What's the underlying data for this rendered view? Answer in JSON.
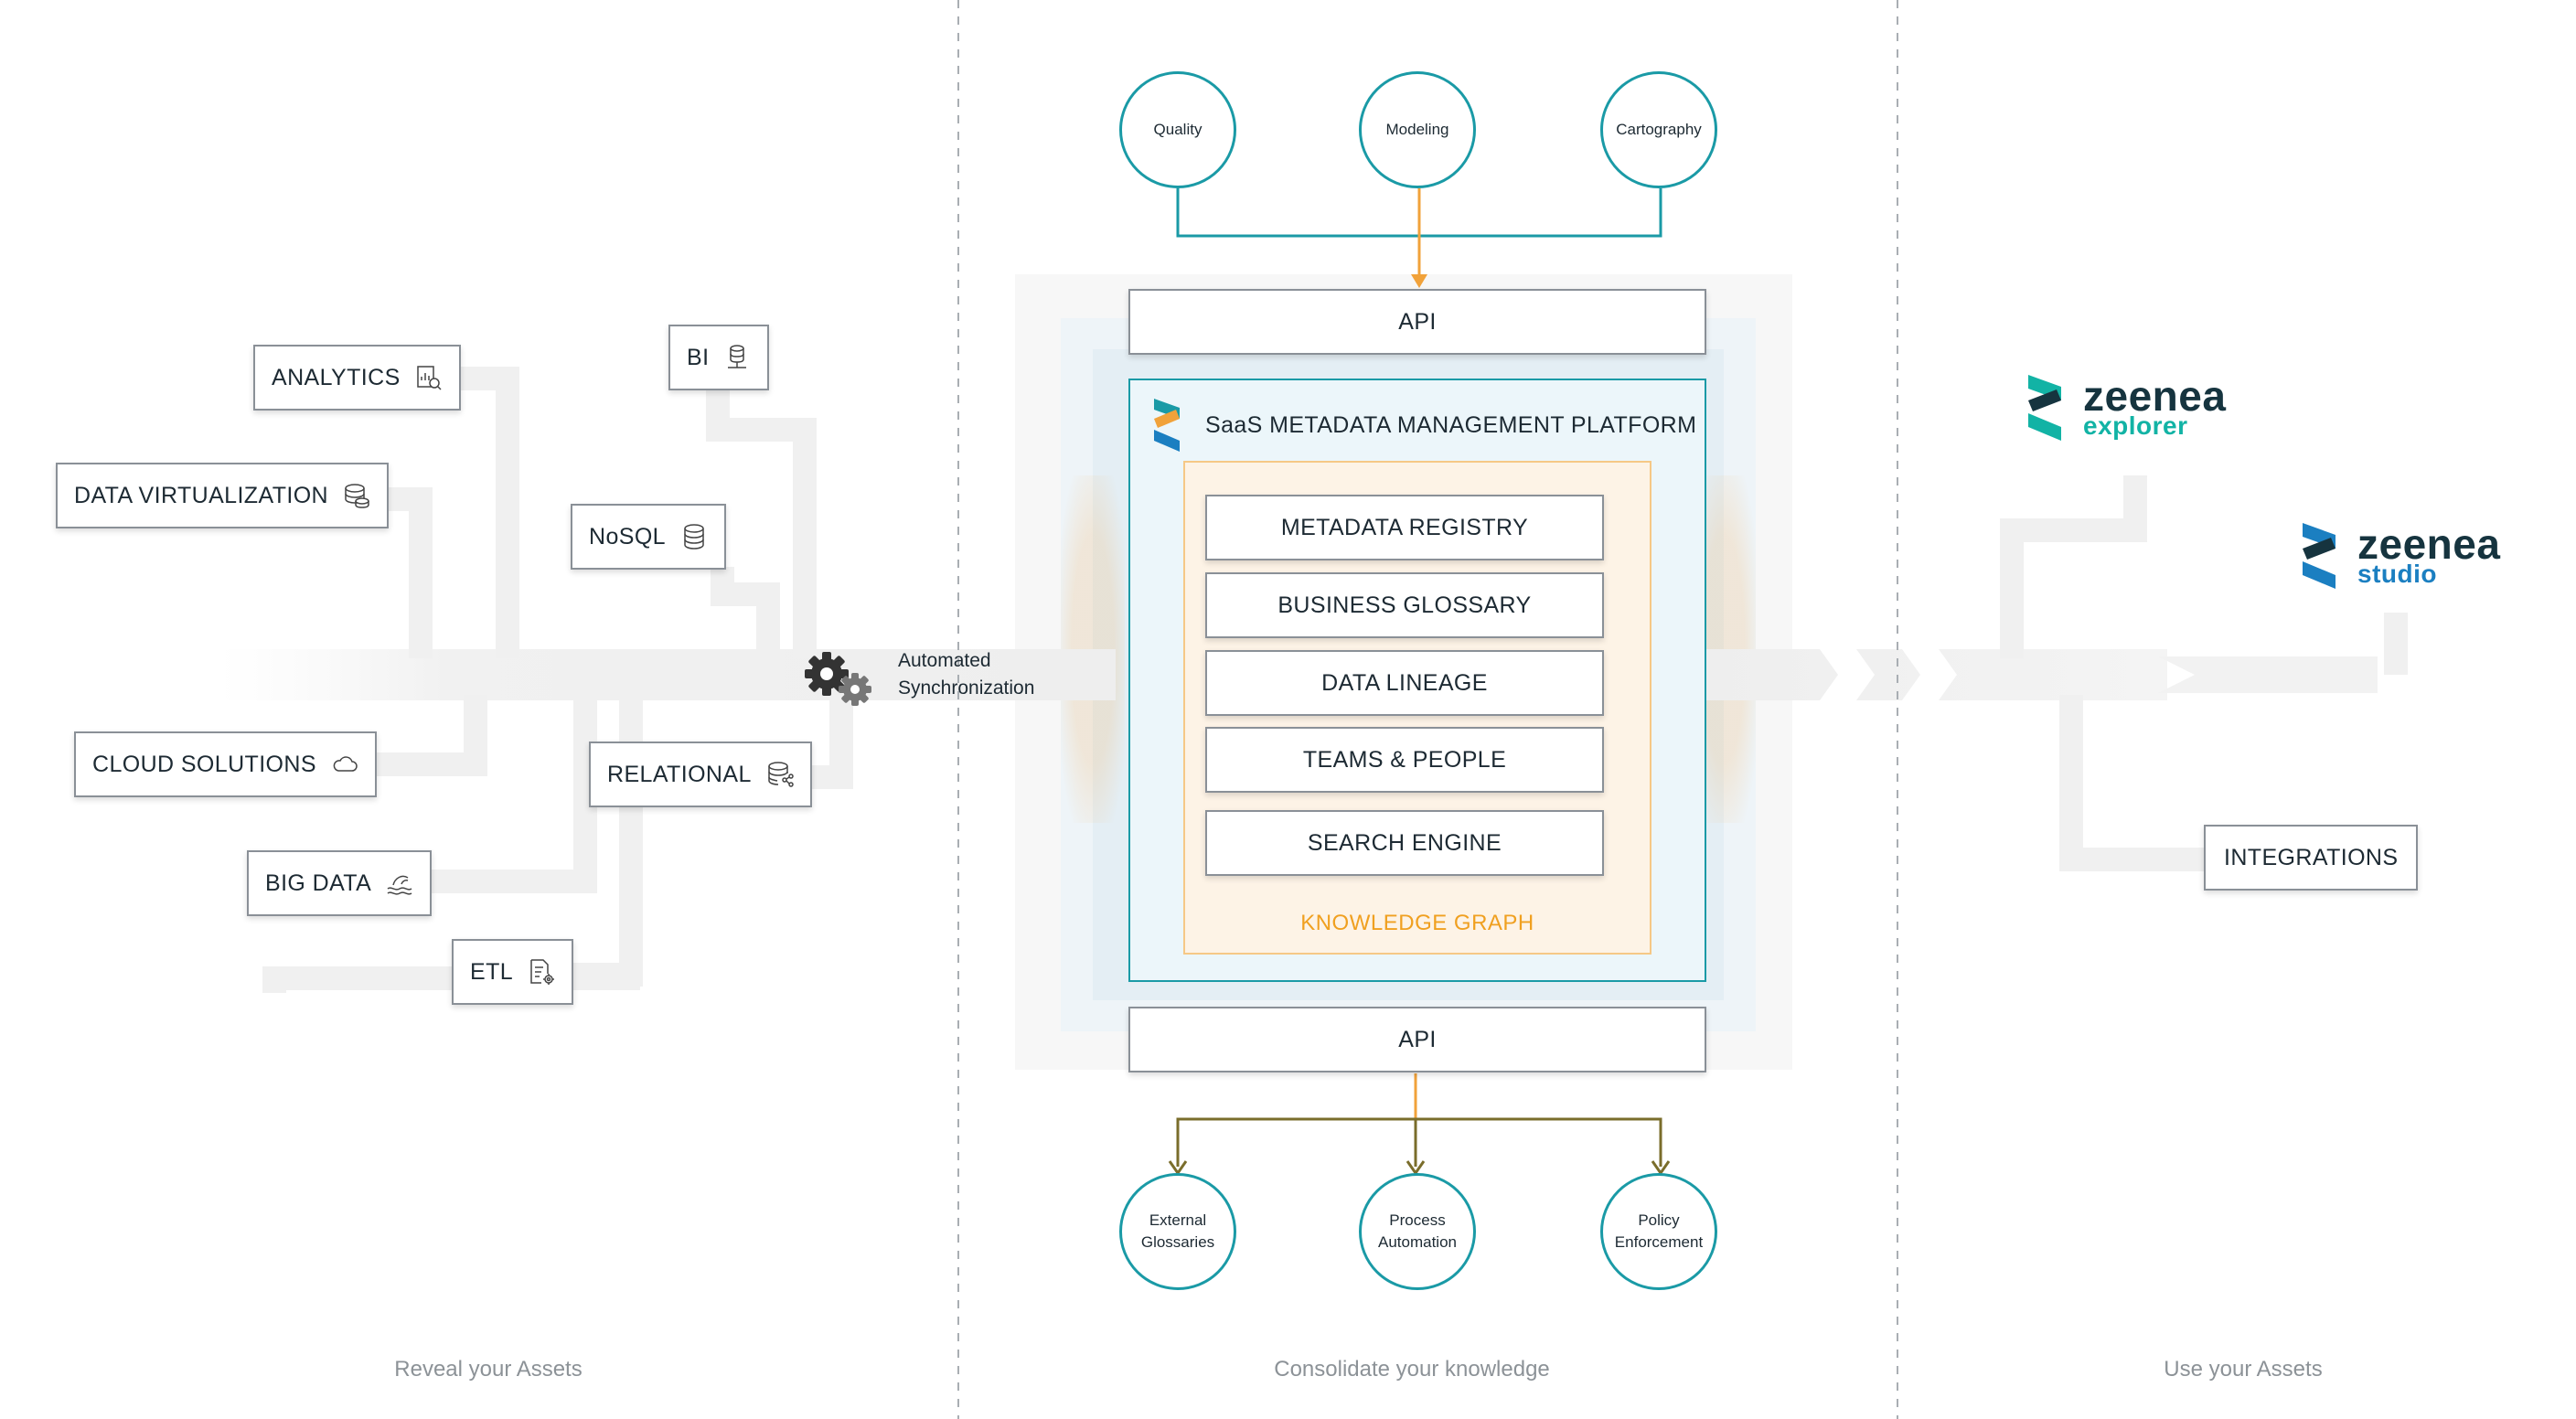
{
  "colors": {
    "teal": "#1a9aa6",
    "orange": "#f1a23a",
    "olive": "#7a6d2b",
    "box_border": "#8a9097",
    "knowledge_graph": "#f0a020",
    "explorer_accent": "#12b3a5",
    "studio_accent": "#1b7fc1",
    "caption_grey": "#8c9297"
  },
  "inputs": [
    {
      "label": "Quality"
    },
    {
      "label": "Modeling"
    },
    {
      "label": "Cartography"
    }
  ],
  "outputs": [
    {
      "label": "External\nGlossaries"
    },
    {
      "label": "Process\nAutomation"
    },
    {
      "label": "Policy\nEnforcement"
    }
  ],
  "api_top": "API",
  "api_bottom": "API",
  "platform": {
    "title": "SaaS METADATA MANAGEMENT PLATFORM",
    "modules": [
      "METADATA REGISTRY",
      "BUSINESS GLOSSARY",
      "DATA LINEAGE",
      "TEAMS & PEOPLE",
      "SEARCH ENGINE"
    ],
    "footer": "KNOWLEDGE GRAPH"
  },
  "sources": [
    {
      "label": "ANALYTICS",
      "icon": "analytics-icon"
    },
    {
      "label": "DATA VIRTUALIZATION",
      "icon": "database-stack-icon"
    },
    {
      "label": "BI",
      "icon": "bi-server-icon"
    },
    {
      "label": "NoSQL",
      "icon": "database-icon"
    },
    {
      "label": "CLOUD SOLUTIONS",
      "icon": "cloud-icon"
    },
    {
      "label": "RELATIONAL",
      "icon": "relational-db-icon"
    },
    {
      "label": "BIG DATA",
      "icon": "data-lake-icon"
    },
    {
      "label": "ETL",
      "icon": "etl-document-icon"
    }
  ],
  "sync_label": "Automated\nSynchronization",
  "products": {
    "explorer": {
      "name": "zeenea",
      "sub": "explorer"
    },
    "studio": {
      "name": "zeenea",
      "sub": "studio"
    }
  },
  "integrations": "INTEGRATIONS",
  "captions": {
    "left": "Reveal your Assets",
    "center": "Consolidate your knowledge",
    "right": "Use your Assets"
  }
}
